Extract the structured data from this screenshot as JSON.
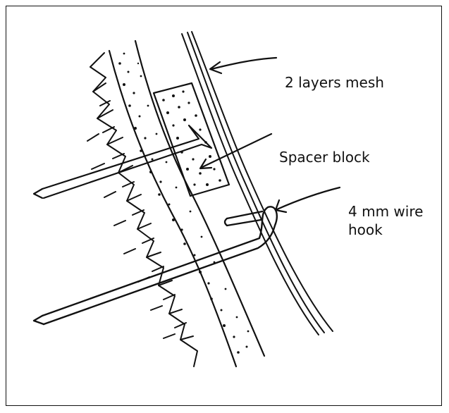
{
  "labels": {
    "mesh": "2 layers mesh",
    "spacer": "Spacer block",
    "hook_line1": "4 mm wire",
    "hook_line2": "hook"
  },
  "colors": {
    "ink": "#111111",
    "background": "#ffffff"
  }
}
